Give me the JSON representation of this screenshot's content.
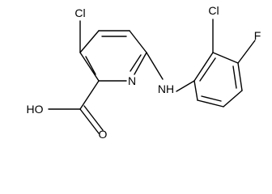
{
  "molecule": {
    "labels": {
      "cl_pyridine": "Cl",
      "cl_phenyl": "Cl",
      "f_phenyl": "F",
      "hydroxyl": "HO",
      "carbonyl_o": "O",
      "pyridine_n": "N",
      "amine": "NH"
    }
  }
}
